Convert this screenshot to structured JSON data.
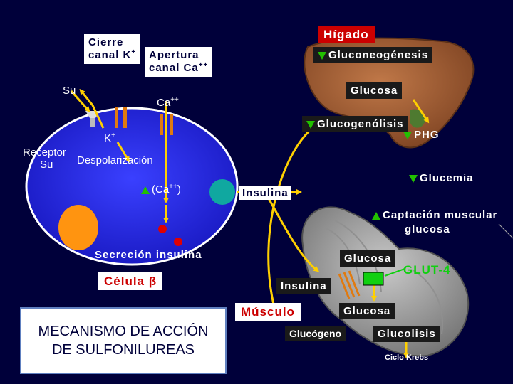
{
  "labels": {
    "cierre": "Cierre",
    "canal_k": "canal K",
    "apertura": "Apertura",
    "canal_ca": "canal Ca",
    "su": "Su",
    "ca": "Ca",
    "k": "K",
    "receptor": "Receptor",
    "receptor_su": "Su",
    "despolarizacion": "Despolarización",
    "ca_inner": "(Ca",
    "ca_inner_close": ")",
    "secrecion": "Secreción insulina",
    "celula": "Célula β",
    "insulina_top": "Insulina",
    "higado": "Hígado",
    "gluconeogenesis": "Gluconeogénesis",
    "glucosa_liver": "Glucosa",
    "glucogenolisis": "Glucogenólisis",
    "phg": "PHG",
    "glucemia": "Glucemia",
    "captacion_1": "Captación muscular",
    "captacion_2": "glucosa",
    "glucosa_muscle": "Glucosa",
    "glut4": "GLUT-4",
    "insulina_bottom": "Insulina",
    "musculo": "Músculo",
    "glucosa_inner": "Glucosa",
    "glucogeno": "Glucógeno",
    "glucolisis": "Glucolisis",
    "krebs": "Ciclo Krebs",
    "sup_plus": "+",
    "sup_plusplus": "++"
  },
  "title": {
    "line1": "MECANISMO DE ACCIÓN",
    "line2": "DE SULFONILUREAS"
  },
  "colors": {
    "background": "#00003a",
    "arrow_yellow": "#ffd000",
    "indicator_green": "#22c000",
    "channel_orange": "#e07a10",
    "liver": "#a0623a",
    "granule_red": "#e00000",
    "glut_green": "#10d010"
  }
}
